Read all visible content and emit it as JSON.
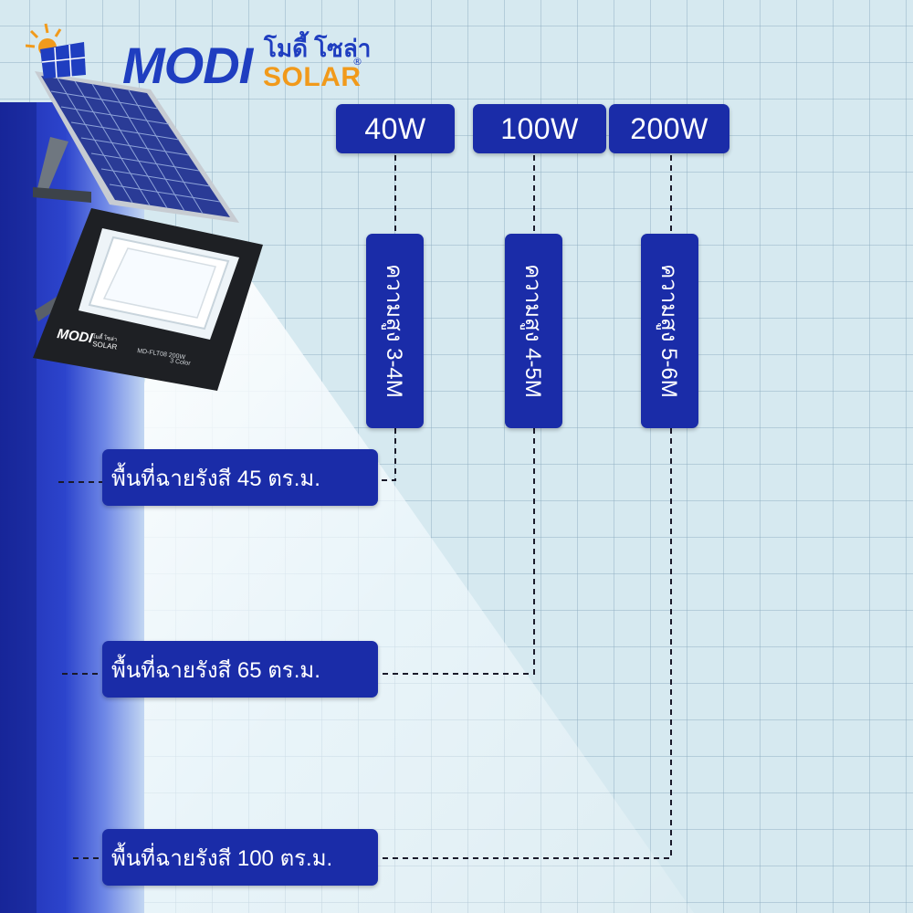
{
  "brand": {
    "name": "MODI",
    "thai_name": "โมดี้ โซล่า",
    "sub": "SOLAR",
    "reg": "®",
    "colors": {
      "blue": "#1f3ec0",
      "orange": "#f19a1b"
    }
  },
  "product_label": {
    "brand": "MODI",
    "thai": "โมดี้ โซล่า",
    "sub": "SOLAR",
    "model": "MD-FLT08 200W",
    "variant": "3 Color"
  },
  "wattages": [
    "40W",
    "100W",
    "200W"
  ],
  "heights": [
    "ความสูง 3-4M",
    "ความสูง 4-5M",
    "ความสูง 5-6M"
  ],
  "areas": [
    "พื้นที่ฉายรังสี 45 ตร.ม.",
    "พื้นที่ฉายรังสี 65 ตร.ม.",
    "พื้นที่ฉายรังสี 100 ตร.ม."
  ],
  "colors": {
    "pill": "#1a2ca8",
    "background": "#d6e9f0"
  }
}
